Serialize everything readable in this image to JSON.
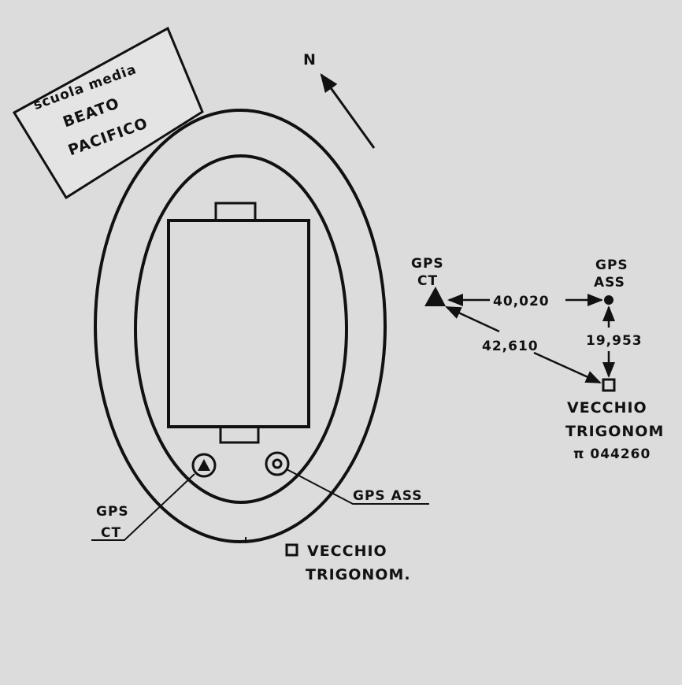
{
  "school_sign": {
    "line1": "scuola media",
    "line2": "BEATO",
    "line3": "PACIFICO"
  },
  "north": {
    "label": "N"
  },
  "site_plan": {
    "gps_ct_line1": "GPS",
    "gps_ct_line2": "CT",
    "gps_ass": "GPS ASS",
    "vecchio_line1": "VECCHIO",
    "vecchio_line2": "TRIGONOM."
  },
  "network": {
    "gps_ct_line1": "GPS",
    "gps_ct_line2": "CT",
    "gps_ass_line1": "GPS",
    "gps_ass_line2": "ASS",
    "dist_ct_ass": "40,020",
    "dist_ct_vecchio": "42,610",
    "dist_ass_vecchio": "19,953",
    "vecchio_line1": "VECCHIO",
    "vecchio_line2": "TRIGONOM",
    "vecchio_line3": "π 044260"
  },
  "colors": {
    "background": "#dcdcdc",
    "ink": "#111111"
  }
}
